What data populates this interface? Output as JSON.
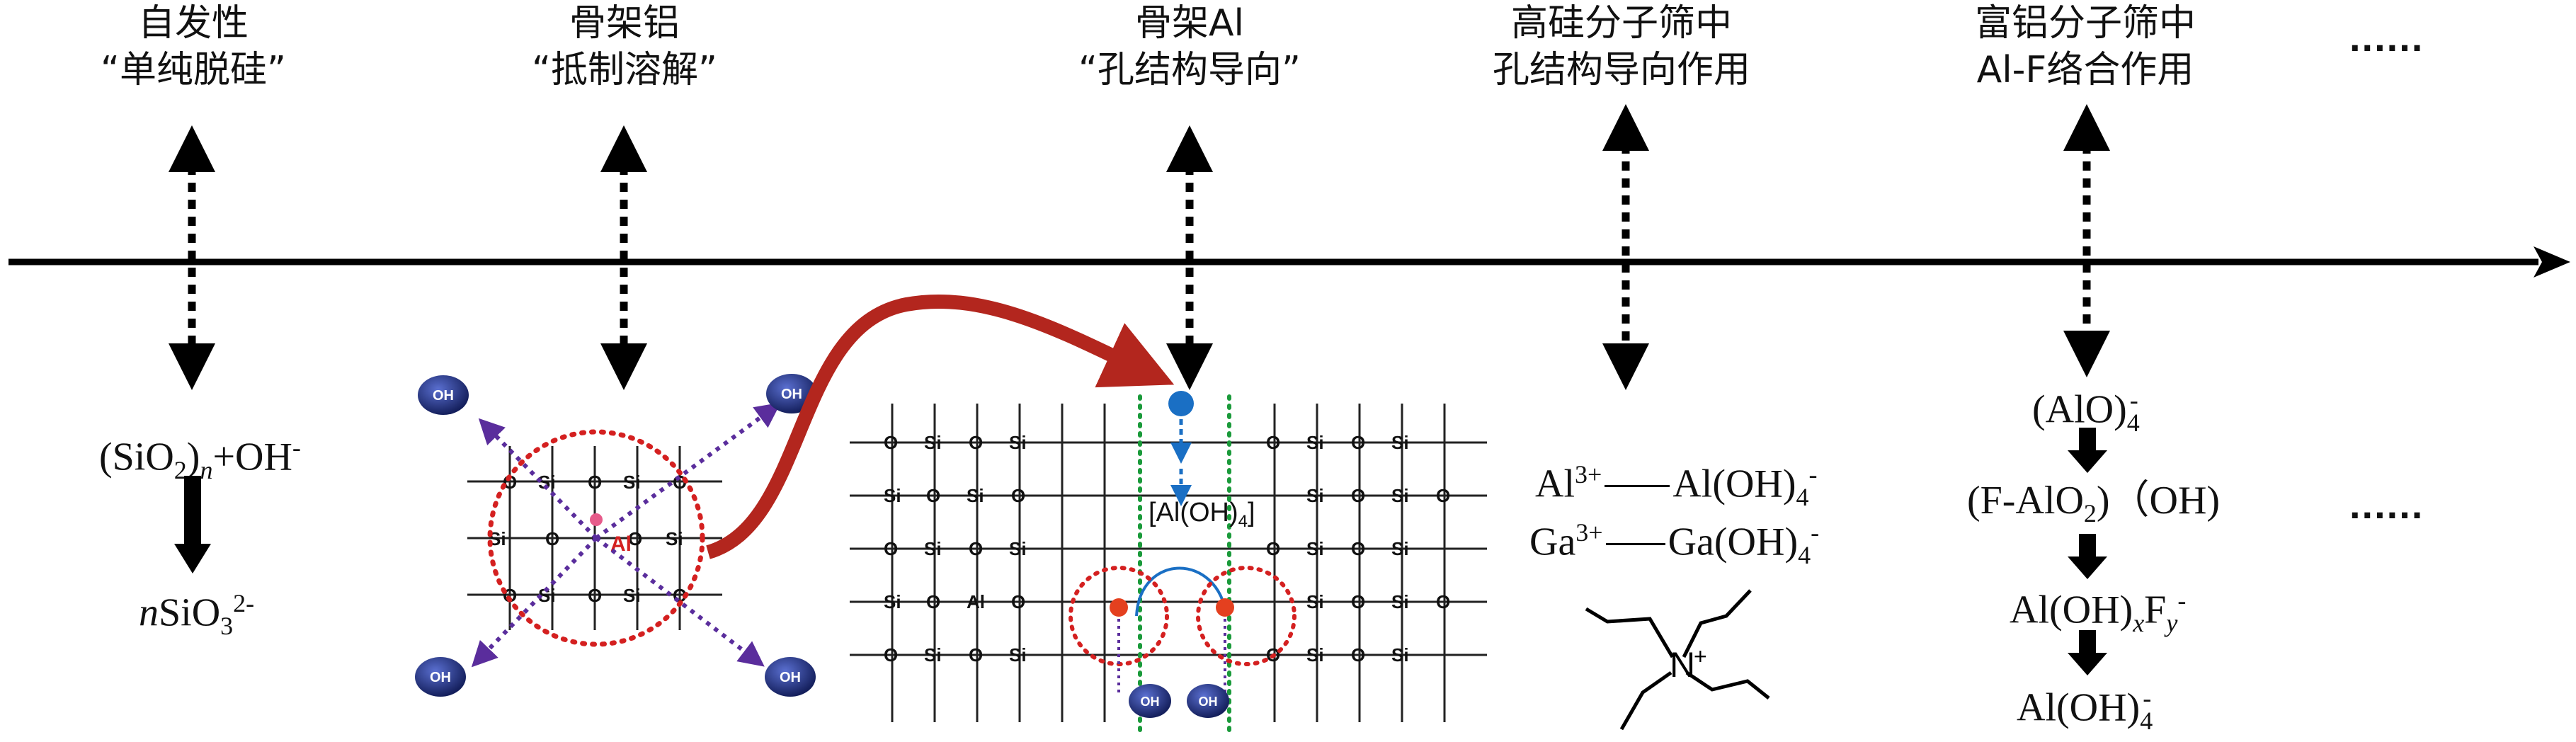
{
  "columns": [
    {
      "line1": "自发性",
      "line2": "“单纯脱硅”"
    },
    {
      "line1": "骨架铝",
      "line2": "“抵制溶解”"
    },
    {
      "line1": "骨架Al",
      "line2": "“孔结构导向”"
    },
    {
      "line1": "高硅分子筛中",
      "line2": "孔结构导向作用"
    },
    {
      "line1": "富铝分子筛中",
      "line2": "Al-F络合作用"
    }
  ],
  "top_ellipsis": "......",
  "bottom_ellipsis": "......",
  "col1": {
    "reactant_a": "(SiO",
    "reactant_sub_2": "2",
    "reactant_b": ")",
    "reactant_n": "n",
    "reactant_c": "+OH",
    "reactant_sup": "-",
    "product_n": "n",
    "product_a": "SiO",
    "product_sub": "3",
    "product_sup": "2-"
  },
  "col4": {
    "r1_a": "Al",
    "r1_sup": "3+",
    "r1_b": "Al(OH)",
    "r1_sub": "4",
    "r1_sup2": "-",
    "r2_a": "Ga",
    "r2_sup": "3+",
    "r2_b": "Ga(OH)",
    "r2_sub": "4",
    "r2_sup2": "-",
    "tpa_n": "N",
    "tpa_charge": "+"
  },
  "col5": {
    "s1_a": "(AlO)",
    "s1_sub": "4",
    "s1_sup": "-",
    "s2_a": "(F-AlO",
    "s2_sub": "2",
    "s2_b": ")（OH)",
    "s3_a": "Al(OH)",
    "s3_x": "x",
    "s3_b": "F",
    "s3_y": "y",
    "s3_sup": "-",
    "s4_a": "Al(OH)",
    "s4_sub": "4",
    "s4_sup": "-"
  },
  "framework": {
    "oh": "OH",
    "si": "Si",
    "o": "O",
    "al": "Al",
    "aloh4_label": "[Al(OH)",
    "aloh4_sub": "4",
    "aloh4_close": "]"
  },
  "colors": {
    "axis": "#000000",
    "red_circle": "#d42020",
    "curved_arrow": "#b3261e",
    "oh_ball": "#1f2f80",
    "purple_arrow": "#5a2d9c",
    "green_line": "#1a9a3a",
    "blue_arrow": "#1a6fc4"
  }
}
